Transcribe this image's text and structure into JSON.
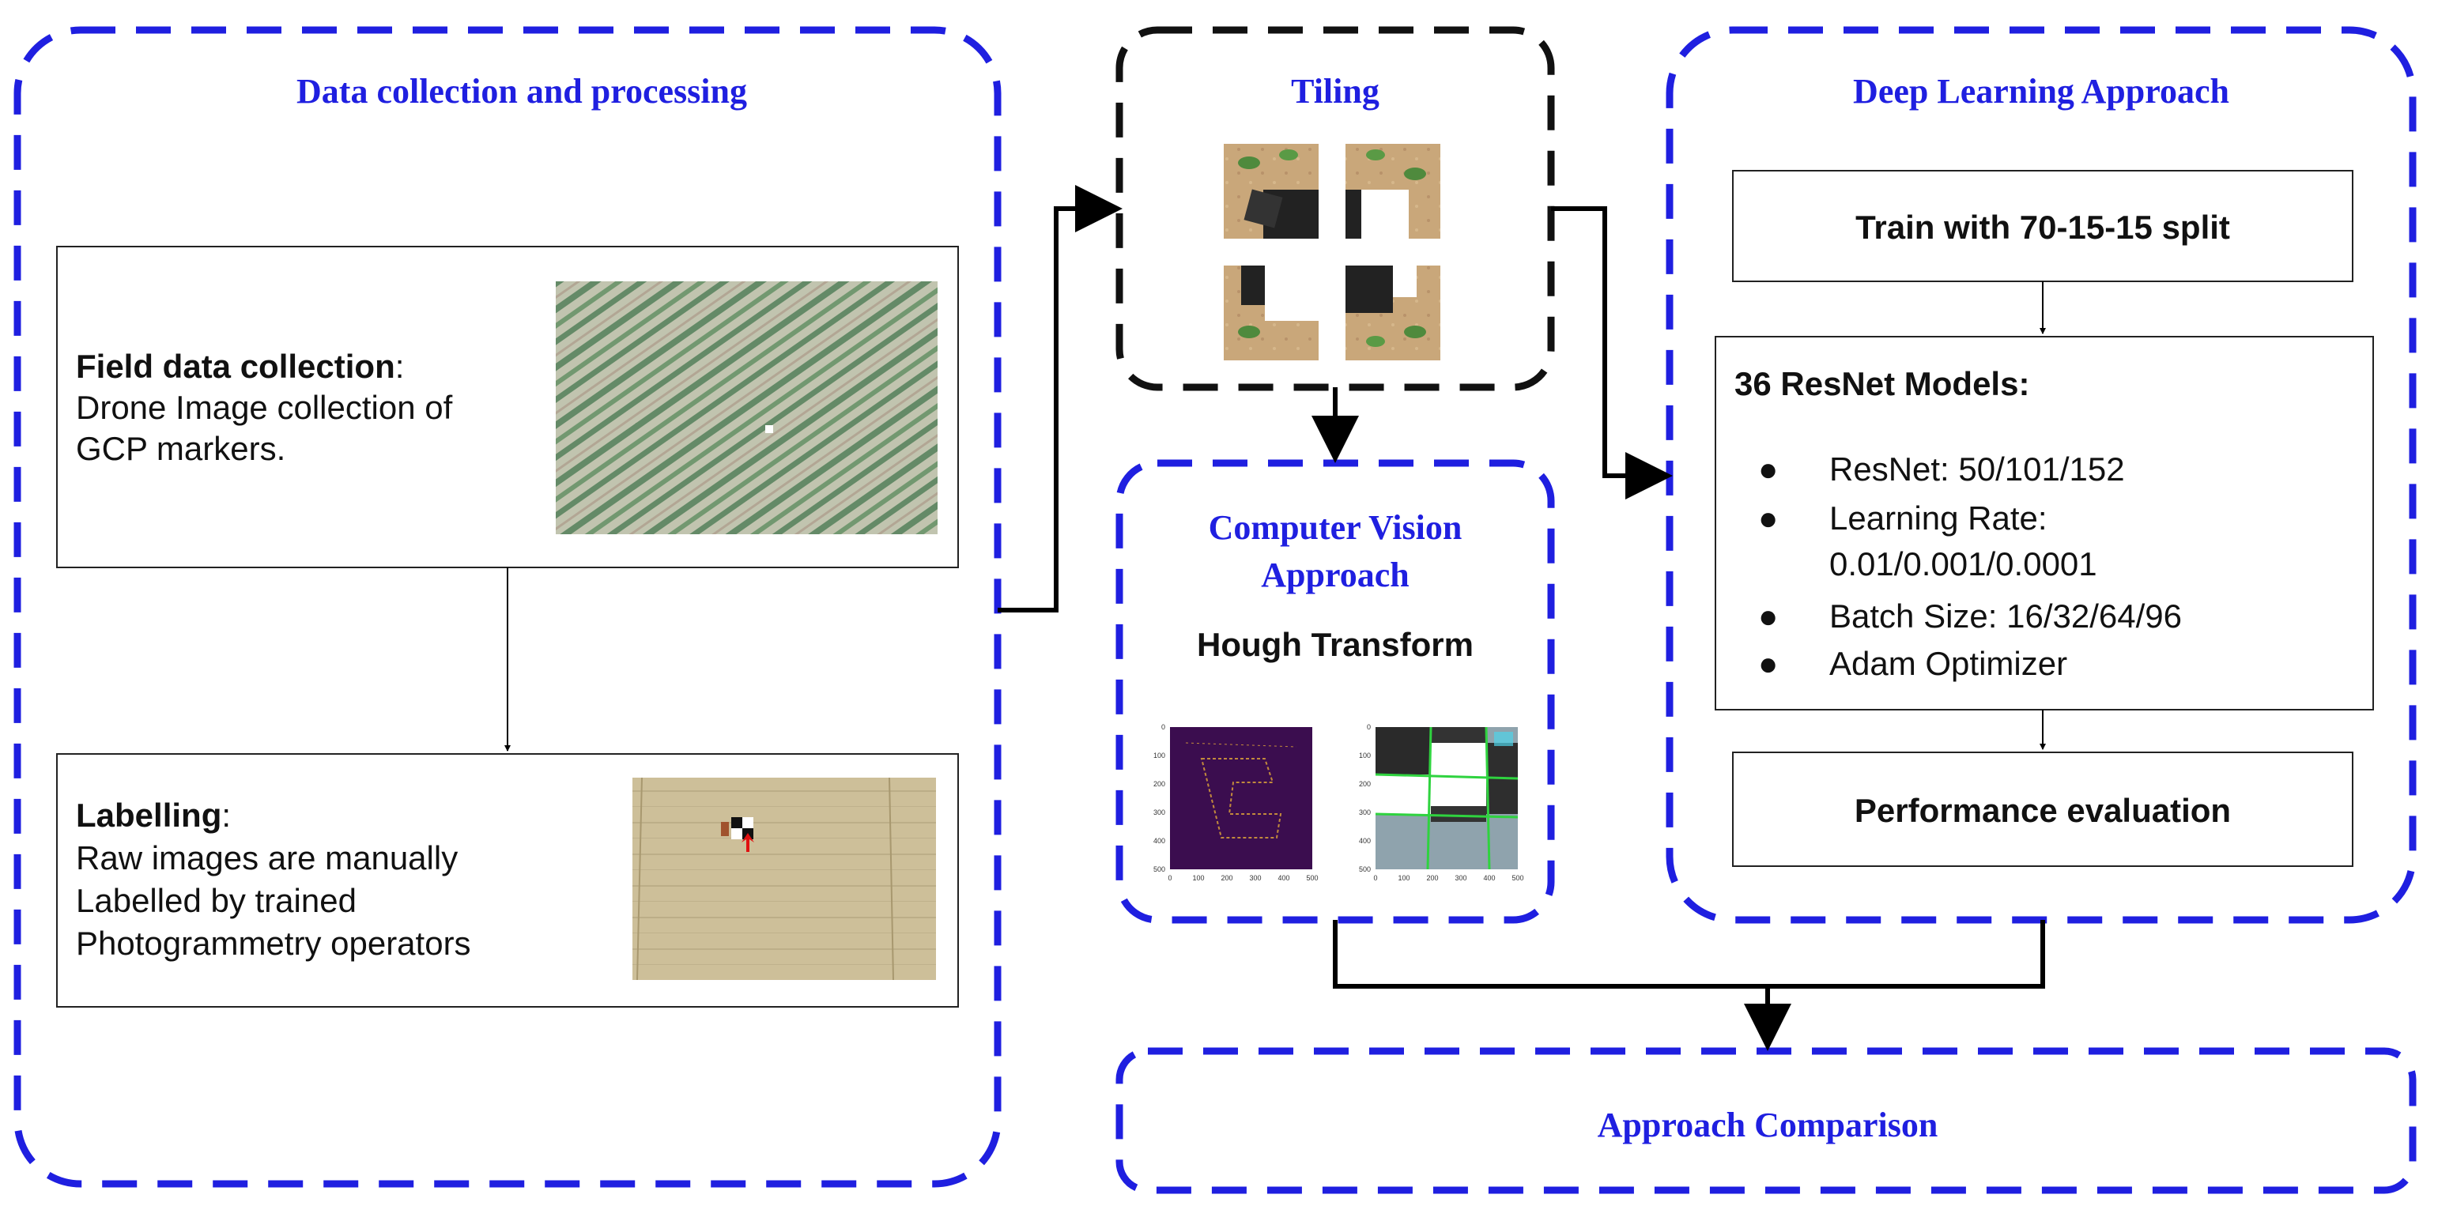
{
  "colors": {
    "group_border": "#1f1fe0",
    "tiling_border": "#111111",
    "title": "#1f1fe0",
    "text": "#111111",
    "arrow": "#000000"
  },
  "groups": {
    "data_collection": {
      "title": "Data collection and processing"
    },
    "tiling": {
      "title": "Tiling"
    },
    "computer_vision": {
      "title_line1": "Computer Vision",
      "title_line2": "Approach",
      "subtitle": "Hough Transform"
    },
    "deep_learning": {
      "title": "Deep Learning Approach"
    },
    "comparison": {
      "title": "Approach Comparison"
    }
  },
  "field_box": {
    "heading": "Field data collection",
    "heading_suffix": ":",
    "line1": "Drone Image collection of",
    "line2": "GCP markers."
  },
  "labelling_box": {
    "heading": "Labelling",
    "heading_suffix": ":",
    "line1": "Raw images are manually",
    "line2": "Labelled by trained",
    "line3": "Photogrammetry operators"
  },
  "dl_boxes": {
    "train": "Train with 70-15-15 split",
    "models_heading": "36 ResNet Models:",
    "bullets": [
      {
        "bullet": "●",
        "line1": "ResNet: 50/101/152",
        "line2": ""
      },
      {
        "bullet": "●",
        "line1": "Learning Rate:",
        "line2": "0.01/0.001/0.0001"
      },
      {
        "bullet": "●",
        "line1": "Batch Size: 16/32/64/96",
        "line2": ""
      },
      {
        "bullet": "●",
        "line1": "Adam Optimizer",
        "line2": ""
      }
    ],
    "evaluation": "Performance evaluation"
  },
  "hough_plot_ticks": {
    "left_x": [
      "0",
      "100",
      "200",
      "300",
      "400",
      "500"
    ],
    "left_y": [
      "0",
      "100",
      "200",
      "300",
      "400",
      "500"
    ],
    "right_x": [
      "0",
      "100",
      "200",
      "300",
      "400",
      "500"
    ],
    "right_y": [
      "0",
      "100",
      "200",
      "300",
      "400",
      "500"
    ]
  }
}
